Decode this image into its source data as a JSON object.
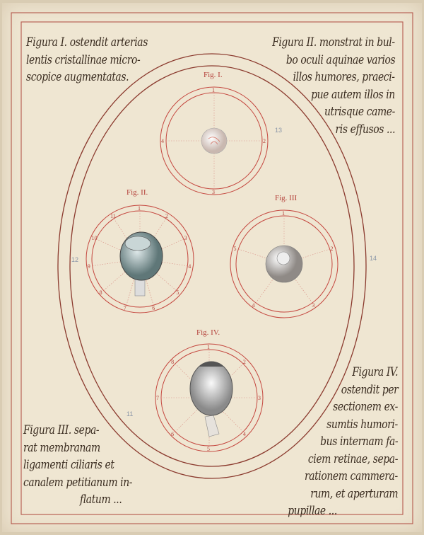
{
  "captions": {
    "fig1": [
      "Figura I. ostendit arterias",
      "lentis cristallinae micro-",
      "scopice augmentatas."
    ],
    "fig2": [
      "Figura II. monstrat in bul-",
      "bo oculi aquinae varios",
      "illos humores, praeci-",
      "pue autem illos in",
      "utrisque came-",
      "ris effusos ..."
    ],
    "fig3": [
      "Figura III. sepa-",
      "rat membranam",
      "ligamenti ciliaris et",
      "canalem petitianum in-",
      "flatum ..."
    ],
    "fig4": [
      "Figura IV.",
      "ostendit per",
      "sectionem ex-",
      "sumtis humori-",
      "bus internam fa-",
      "ciem retinae, sepa-",
      "rationem cammera-",
      "rum, et aperturam",
      "pupillae ..."
    ]
  },
  "figure_labels": [
    "Fig. I.",
    "Fig. II.",
    "Fig. III",
    "Fig. IV."
  ],
  "circle_numbers": {
    "fig1": [
      "1",
      "2",
      "3",
      "4"
    ],
    "fig2": [
      "1",
      "2",
      "3",
      "4",
      "5",
      "6",
      "7",
      "8",
      "9",
      "10",
      "11"
    ],
    "fig3": [
      "1",
      "2",
      "3",
      "4",
      "5"
    ],
    "fig4": [
      "1",
      "2",
      "3",
      "4",
      "5",
      "6",
      "7",
      "8"
    ]
  },
  "pencil_numbers": [
    "13",
    "12",
    "14",
    "11"
  ],
  "colors": {
    "ink": "#3a2c20",
    "red": "#b4403a",
    "paper": "#efe6d2"
  }
}
